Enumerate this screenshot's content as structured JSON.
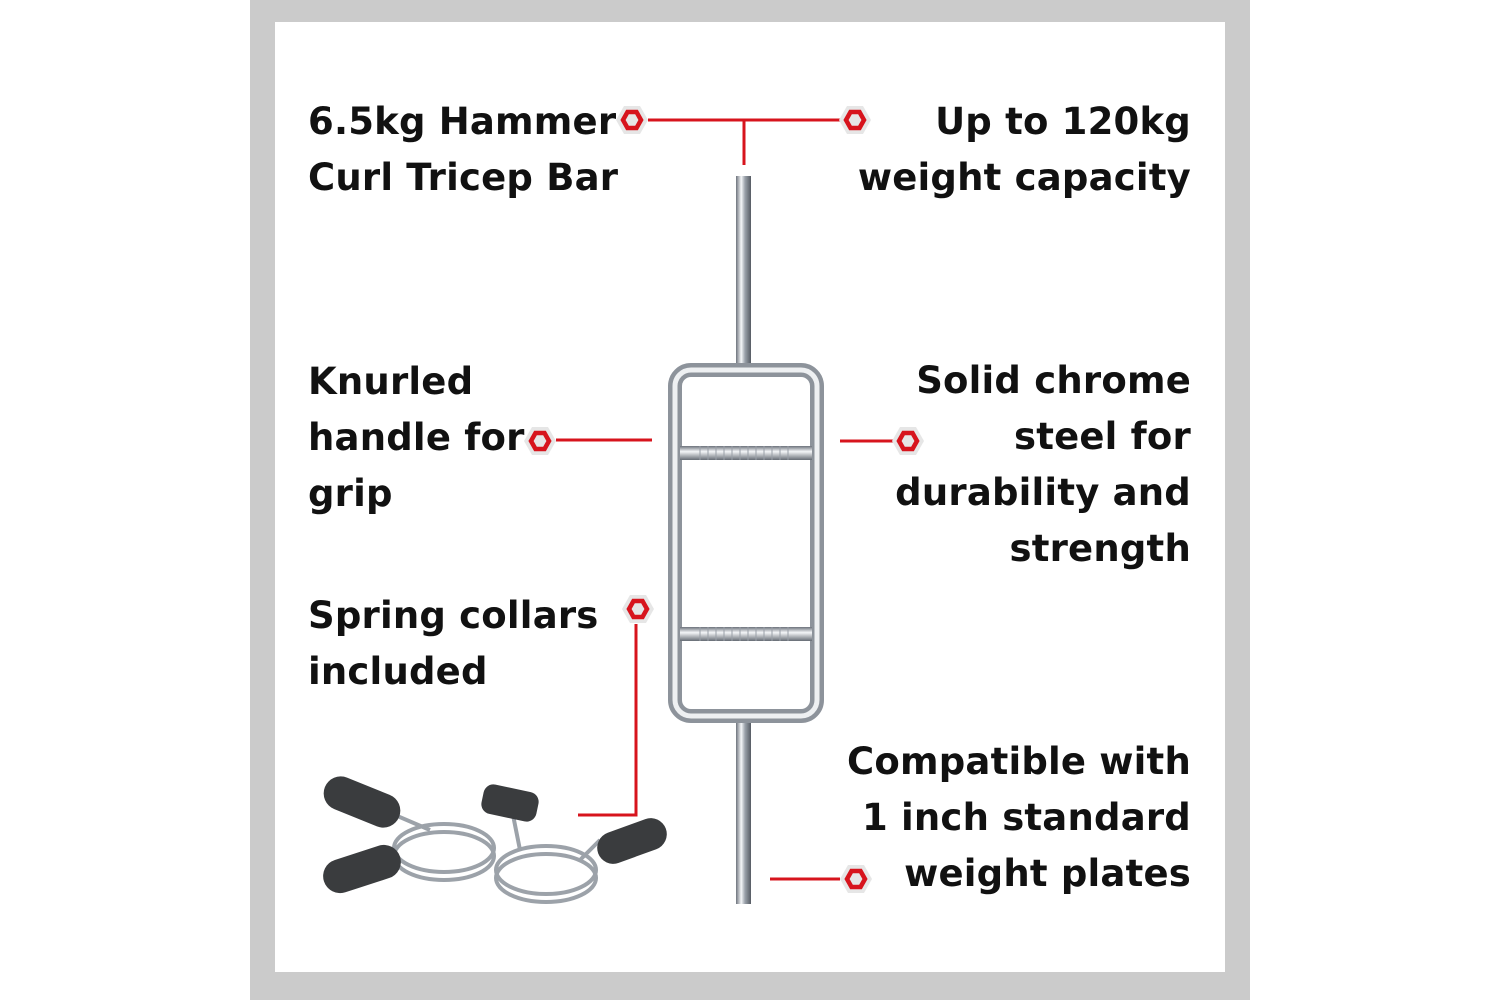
{
  "features": {
    "weight": "6.5kg Hammer\nCurl Tricep Bar",
    "capacity": "Up to 120kg\nweight capacity",
    "handle": "Knurled\nhandle for\ngrip",
    "material": "Solid chrome\nsteel for\ndurability and\nstrength",
    "collars": "Spring collars\nincluded",
    "compatibility": "Compatible with\n1 inch standard\nweight plates"
  },
  "colors": {
    "accent": "#d7141d",
    "frame": "#cbcbcb",
    "chrome": "#b9bec6"
  },
  "icons": [
    "hex-nut-icon"
  ]
}
